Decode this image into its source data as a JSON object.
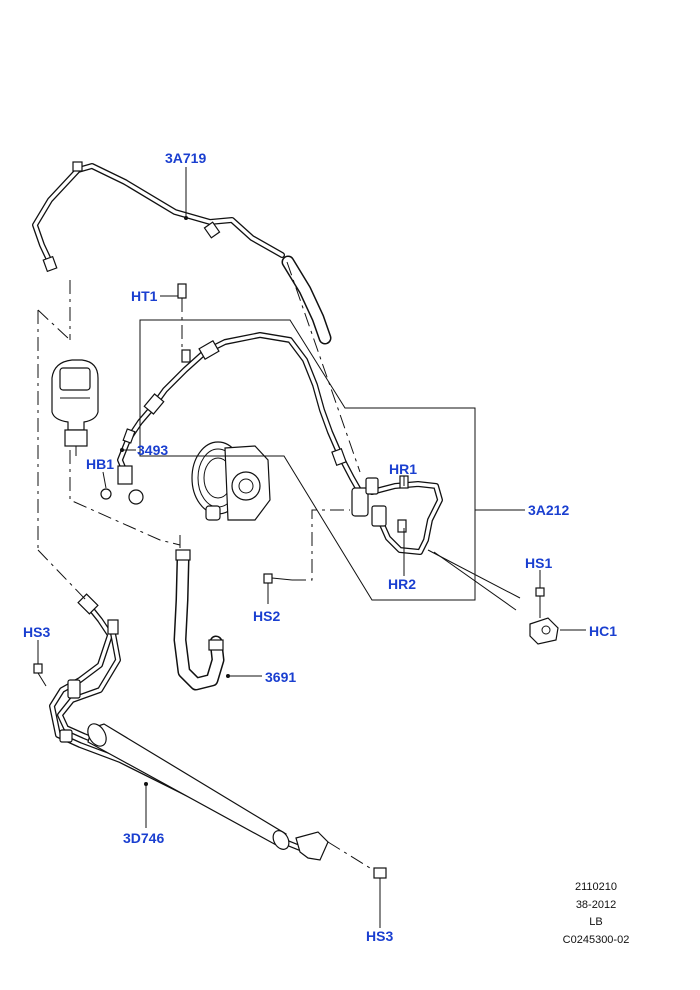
{
  "callouts": {
    "p3A719": "3A719",
    "ht1": "HT1",
    "p3493": "3493",
    "hb1": "HB1",
    "hr1": "HR1",
    "hr2": "HR2",
    "p3A212": "3A212",
    "hs1": "HS1",
    "hc1": "HC1",
    "hs2": "HS2",
    "hs3_top": "HS3",
    "p3691": "3691",
    "p3D746": "3D746",
    "hs3_bottom": "HS3"
  },
  "footer": {
    "line1": "2110210",
    "line2": "38-2012",
    "line3": "LB",
    "line4": "C0245300-02"
  },
  "colors": {
    "callout": "#1a3fd0",
    "line": "#111111"
  }
}
